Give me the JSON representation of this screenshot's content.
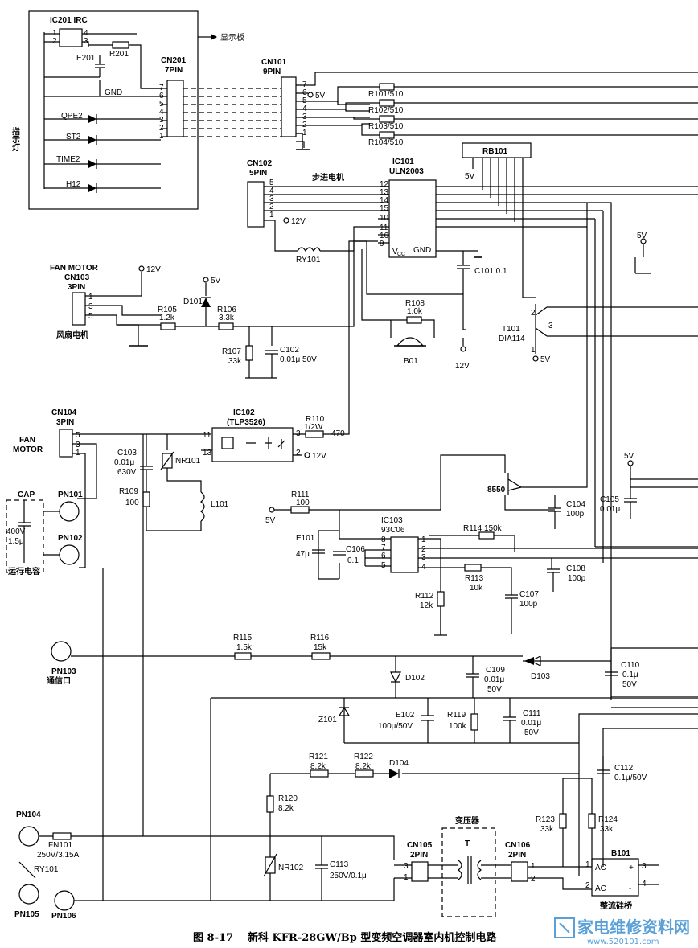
{
  "caption": {
    "number": "图 8-17",
    "title": "新科 KFR-28GW/Bp 型变频空调器室内机控制电路"
  },
  "watermark": {
    "text": "家电维修资料网",
    "url": "www.520101.com"
  },
  "display_board": {
    "arrow_label": "显示板",
    "side_label": "指示灯",
    "ic": "IC201 IRC",
    "cap": "E201",
    "resistor": "R201",
    "gnd": "GND",
    "leds": [
      "QPE2",
      "ST2",
      "TIME2",
      "H12"
    ],
    "connector": {
      "name": "CN201",
      "pins": "7PIN"
    }
  },
  "cn101": {
    "name": "CN101",
    "pins": "9PIN",
    "supply": "5V"
  },
  "resistors_top": [
    "R101/510",
    "R102/510",
    "R103/510",
    "R104/510"
  ],
  "rb101": "RB101",
  "ic101": {
    "name": "IC101",
    "part": "ULN2003",
    "vcc": "V",
    "vcc_sub": "CC",
    "gnd": "GND"
  },
  "stepper": {
    "label": "步进电机",
    "connector": "CN102",
    "pins": "5PIN",
    "supply": "12V",
    "inductor": "RY101"
  },
  "c101": "C101 0.1",
  "fan_motor_top": {
    "label": "FAN MOTOR",
    "connector": "CN103",
    "pins": "3PIN",
    "cn_label": "风扇电机",
    "supply": "12V"
  },
  "d101": "D101",
  "r105": {
    "name": "R105",
    "value": "1.2k"
  },
  "r106": {
    "name": "R106",
    "value": "3.3k"
  },
  "r107": {
    "name": "R107",
    "value": "33k"
  },
  "c102": {
    "name": "C102",
    "value": "0.01μ 50V"
  },
  "r108": {
    "name": "R108",
    "value": "1.0k"
  },
  "b01": "B01",
  "t101": {
    "name": "T101",
    "part": "DIA114"
  },
  "fan_motor_bottom": {
    "connector": "CN104",
    "pins": "3PIN",
    "label1": "FAN",
    "label2": "MOTOR"
  },
  "c103": {
    "name": "C103",
    "value": "0.01μ",
    "voltage": "630V"
  },
  "nr101": "NR101",
  "ic102": {
    "name": "IC102",
    "part": "(TLP3526)"
  },
  "r110": {
    "name": "R110",
    "value": "1/2W",
    "extra": "470"
  },
  "r109": {
    "name": "R109",
    "value": "100"
  },
  "l101": "L101",
  "cap_block": {
    "title": "CAP",
    "value1": "400V",
    "value2": "1.5μ",
    "label": "运行电容"
  },
  "pins": {
    "pn101": "PN101",
    "pn102": "PN102",
    "pn103": "PN103",
    "pn103_label": "通信口",
    "pn104": "PN104",
    "pn105": "PN105",
    "pn106": "PN106"
  },
  "r111": {
    "name": "R111",
    "value": "100"
  },
  "ic103": {
    "name": "IC103",
    "part": "93C06"
  },
  "e101": {
    "name": "E101",
    "value": "47μ"
  },
  "c106": {
    "name": "C106",
    "value": "0.1"
  },
  "t8550": "8550",
  "c104": {
    "name": "C104",
    "value": "100p"
  },
  "c105": {
    "name": "C105",
    "value": "0.01μ"
  },
  "r114": "R114 150k",
  "r113": {
    "name": "R113",
    "value": "10k"
  },
  "c108": {
    "name": "C108",
    "value": "100p"
  },
  "r112": {
    "name": "R112",
    "value": "12k"
  },
  "c107": {
    "name": "C107",
    "value": "100p"
  },
  "r115": {
    "name": "R115",
    "value": "1.5k"
  },
  "r116": {
    "name": "R116",
    "value": "15k"
  },
  "d102": "D102",
  "c109": {
    "name": "C109",
    "value": "0.01μ",
    "voltage": "50V"
  },
  "d103": "D103",
  "c110": {
    "name": "C110",
    "value": "0.1μ",
    "voltage": "50V"
  },
  "z101": "Z101",
  "e102": {
    "name": "E102",
    "value": "100μ/50V"
  },
  "r119": {
    "name": "R119",
    "value": "100k"
  },
  "c111": {
    "name": "C111",
    "value": "0.01μ",
    "voltage": "50V"
  },
  "r121": {
    "name": "R121",
    "value": "8.2k"
  },
  "r122": {
    "name": "R122",
    "value": "8.2k"
  },
  "d104": "D104",
  "c112": {
    "name": "C112",
    "value": "0.1μ/50V"
  },
  "r120": {
    "name": "R120",
    "value": "8.2k"
  },
  "transformer": {
    "label": "变压器",
    "t": "T"
  },
  "cn105": {
    "name": "CN105",
    "pins": "2PIN"
  },
  "cn106": {
    "name": "CN106",
    "pins": "2PIN"
  },
  "r123": {
    "name": "R123",
    "value": "33k"
  },
  "r124": {
    "name": "R124",
    "value": "33k"
  },
  "b101": {
    "name": "B101",
    "ac": "AC",
    "plus": "+",
    "minus": "-",
    "label": "整流硅桥"
  },
  "fn101": {
    "name": "FN101",
    "value": "250V/3.15A"
  },
  "ry101": "RY101",
  "nr102": "NR102",
  "c113": {
    "name": "C113",
    "value": "250V/0.1μ"
  },
  "supply_5v": "5V",
  "supply_12v": "12V"
}
